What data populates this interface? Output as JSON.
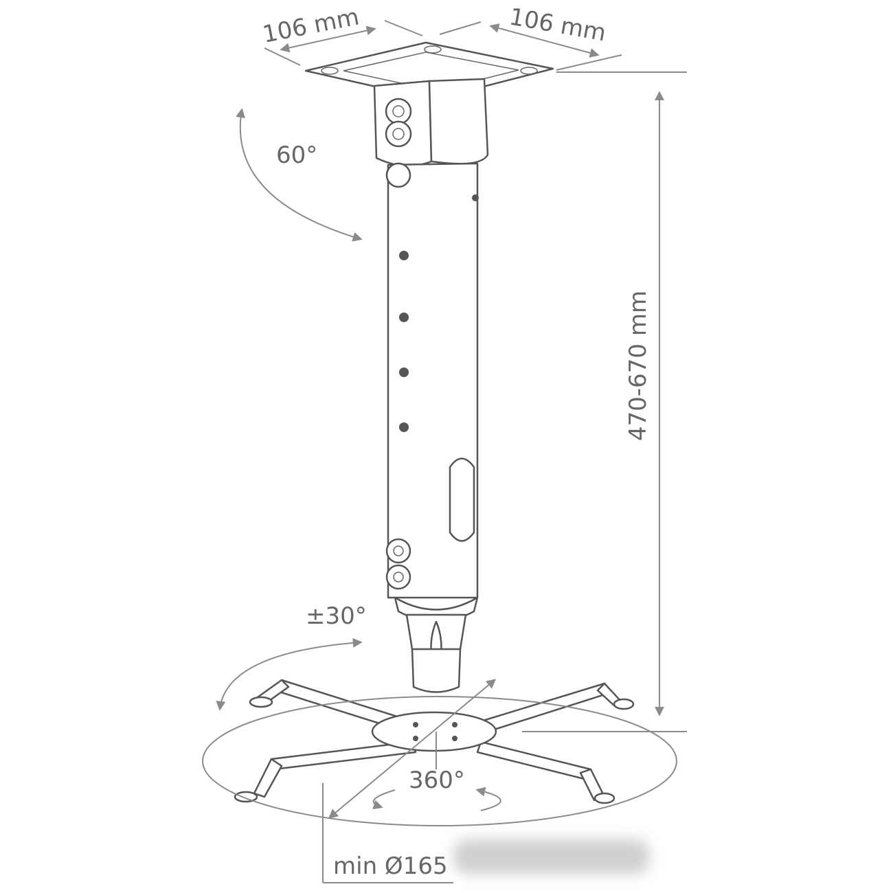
{
  "title": "Projector ceiling mount dimensions",
  "labels": {
    "plate_width_left": "106 mm",
    "plate_width_right": "106 mm",
    "tilt_angle": "60°",
    "height_range": "470-670 mm",
    "swivel_angle": "±30°",
    "rotation_angle": "360°",
    "min_diameter": "min Ø165"
  },
  "colors": {
    "line": "#8a8a8a",
    "part": "#555555",
    "text": "#666666"
  }
}
